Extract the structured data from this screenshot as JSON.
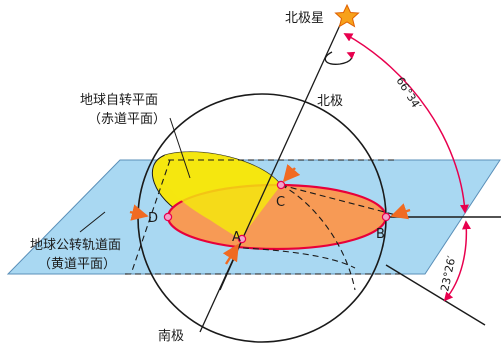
{
  "labels": {
    "polaris": "北极星",
    "north_pole": "北极",
    "south_pole": "南极",
    "rotation_plane_line1": "地球自转平面",
    "rotation_plane_line2": "（赤道平面）",
    "orbit_plane_line1": "地球公转轨道面",
    "orbit_plane_line2": "（黄道平面）"
  },
  "points": {
    "a": "A",
    "b": "B",
    "c": "C",
    "d": "D"
  },
  "angles": {
    "upper": "66°34′",
    "lower": "23°26′"
  },
  "colors": {
    "orbit_plane": "#a9d8f2",
    "equator_plane": "#f5e60f",
    "ecliptic_disk": "#f79a55",
    "ecliptic_outline": "#e8003a",
    "arrow": "#e8004e",
    "star": "#f7a11a"
  }
}
